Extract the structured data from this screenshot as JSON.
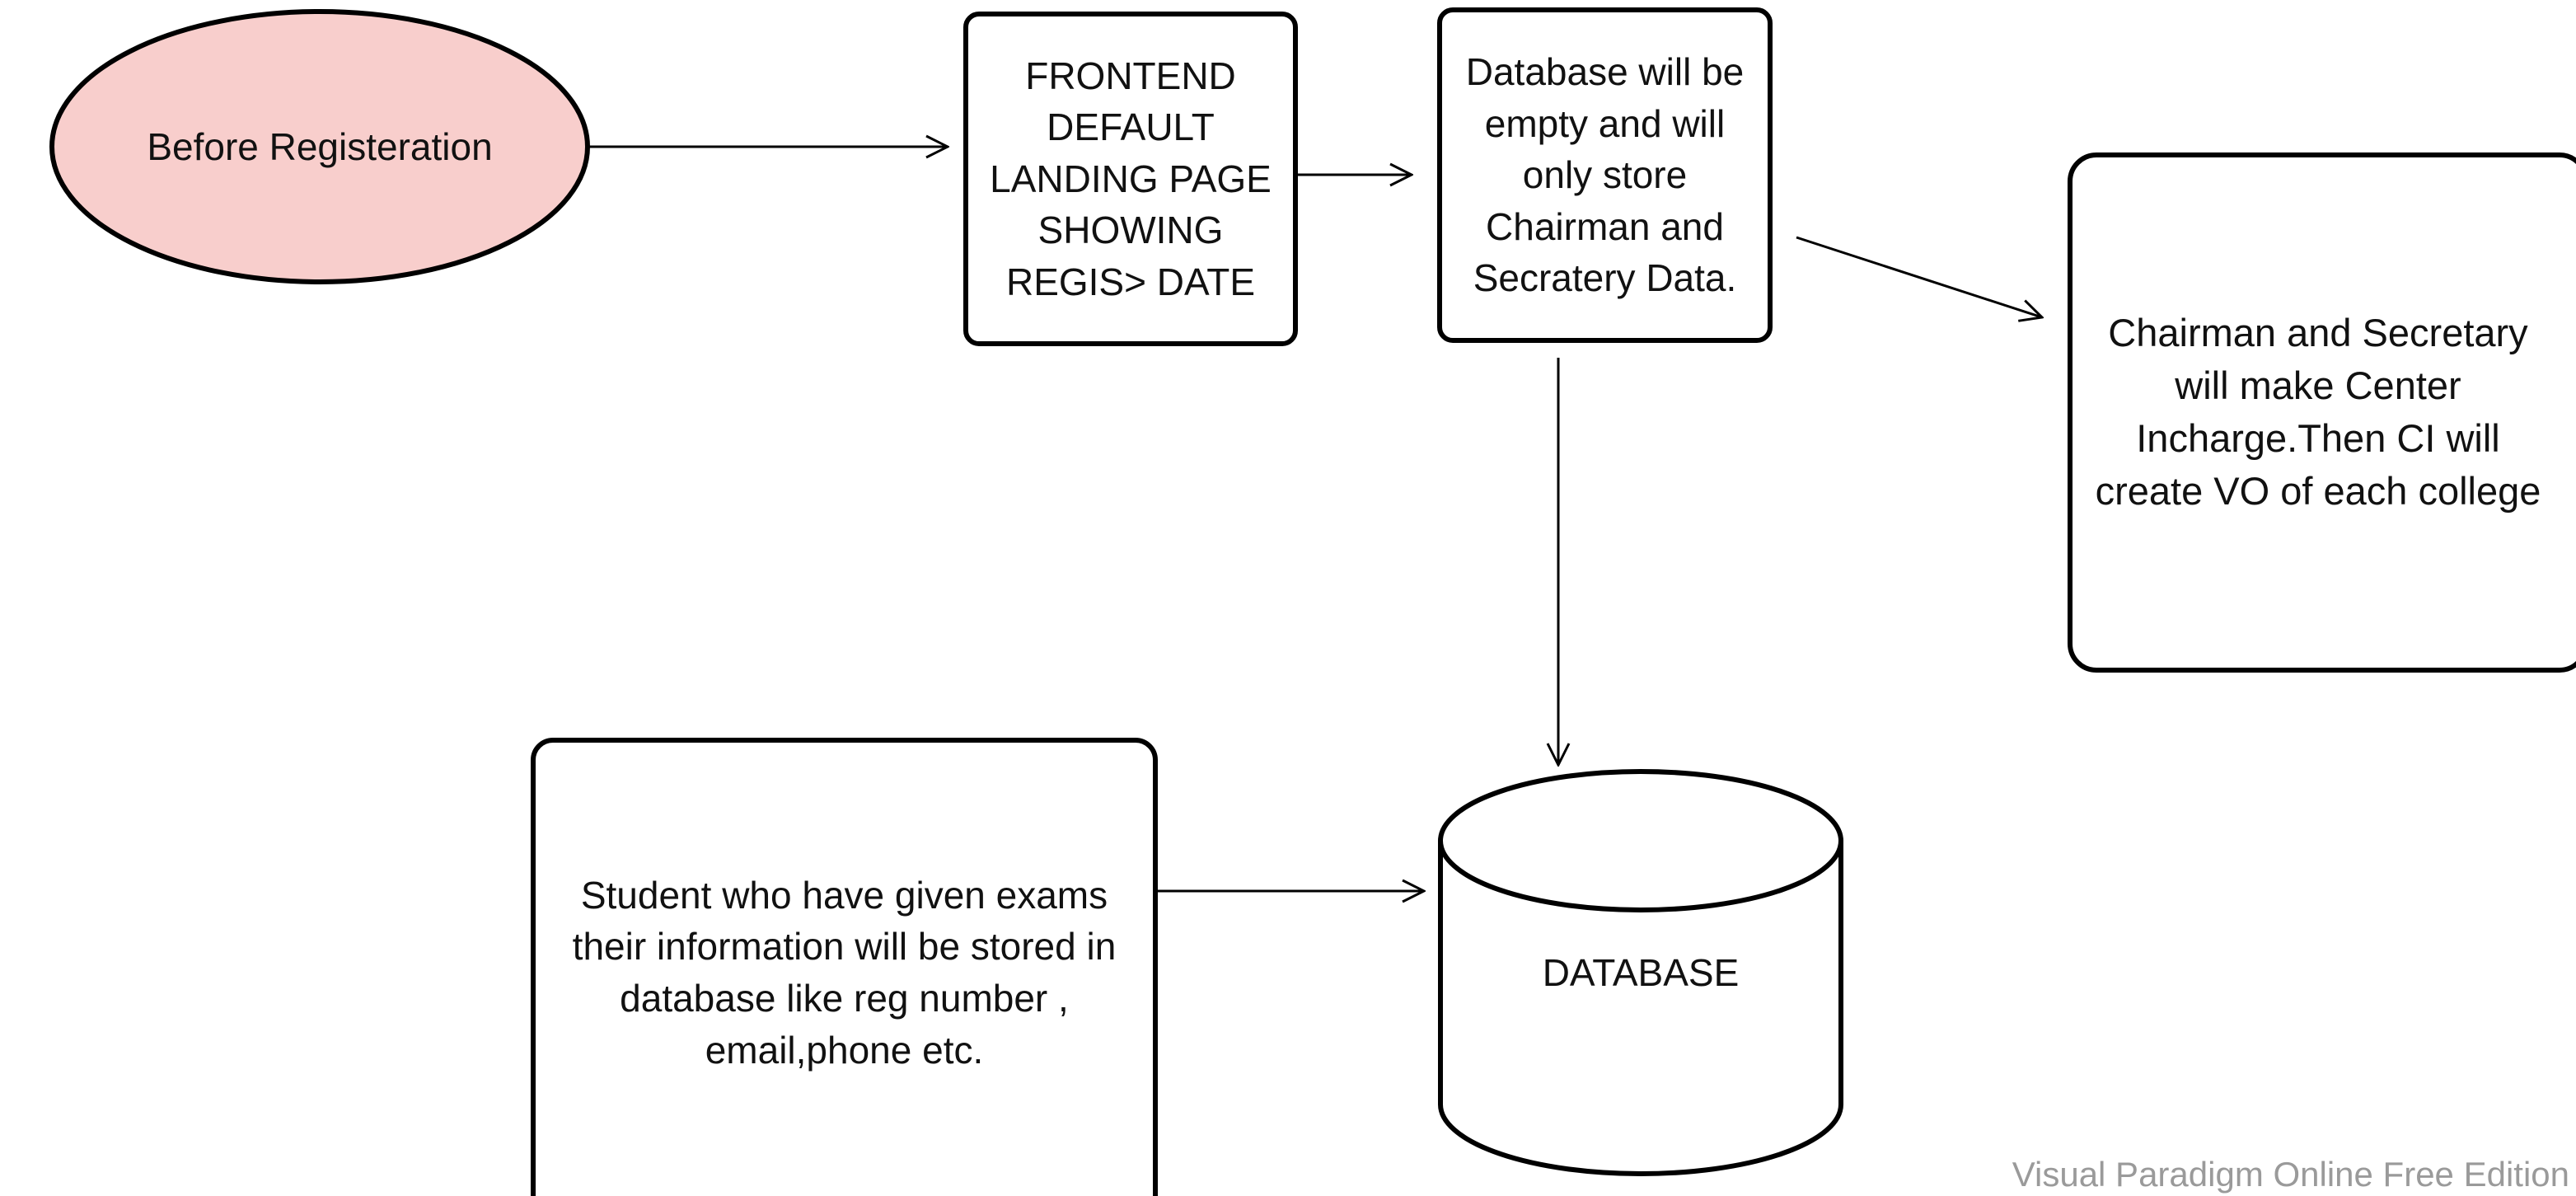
{
  "diagram": {
    "nodes": {
      "before_registration": {
        "label": "Before Registeration",
        "fill": "#f8cecc"
      },
      "frontend_landing": {
        "label": "FRONTEND\nDEFAULT\nLANDING PAGE\nSHOWING\nREGIS> DATE"
      },
      "database_empty": {
        "label": "Database will be\nempty and will\nonly store\nChairman and\nSecratery Data."
      },
      "chairman_secretary": {
        "label": "Chairman and Secretary\nwill make Center\nIncharge.Then CI will\ncreate VO of each college"
      },
      "student_info": {
        "label": "Student who have given exams\ntheir information will be stored in\ndatabase like reg number ,\nemail,phone etc."
      },
      "database": {
        "label": "DATABASE"
      }
    },
    "edges": [
      {
        "from": "before_registration",
        "to": "frontend_landing"
      },
      {
        "from": "frontend_landing",
        "to": "database_empty"
      },
      {
        "from": "database_empty",
        "to": "chairman_secretary"
      },
      {
        "from": "database_empty",
        "to": "database"
      },
      {
        "from": "student_info",
        "to": "database"
      }
    ],
    "stroke_color": "#000000"
  },
  "watermark": "Visual Paradigm Online Free Edition"
}
